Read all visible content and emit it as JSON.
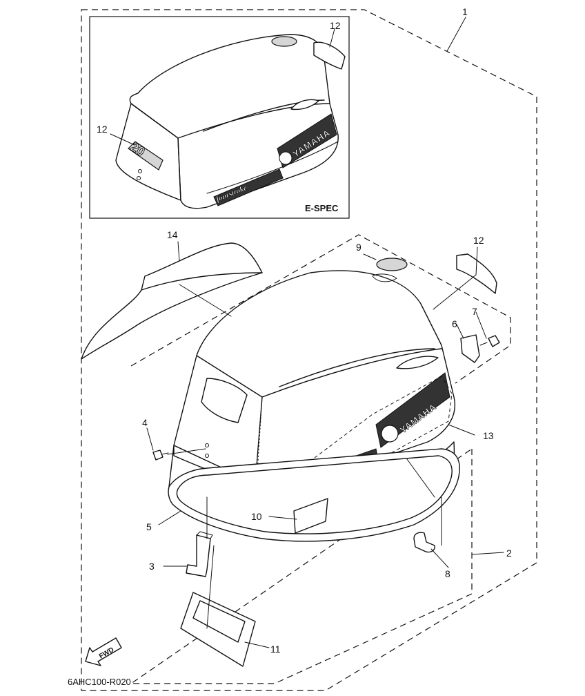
{
  "diagram": {
    "drawing_code": "6AHC100-R020",
    "inset_label": "E-SPEC",
    "direction_label": "FWD",
    "decals": {
      "brand": "YAMAHA",
      "script": "fourstroke",
      "model": "20"
    },
    "callouts": [
      {
        "id": "1",
        "label": "1"
      },
      {
        "id": "2",
        "label": "2"
      },
      {
        "id": "3",
        "label": "3"
      },
      {
        "id": "4",
        "label": "4"
      },
      {
        "id": "5",
        "label": "5"
      },
      {
        "id": "6",
        "label": "6"
      },
      {
        "id": "7",
        "label": "7"
      },
      {
        "id": "8",
        "label": "8"
      },
      {
        "id": "9",
        "label": "9"
      },
      {
        "id": "10",
        "label": "10"
      },
      {
        "id": "11",
        "label": "11"
      },
      {
        "id": "12a",
        "label": "12"
      },
      {
        "id": "12b",
        "label": "12"
      },
      {
        "id": "12c",
        "label": "12"
      },
      {
        "id": "13",
        "label": "13"
      },
      {
        "id": "14",
        "label": "14"
      }
    ]
  }
}
